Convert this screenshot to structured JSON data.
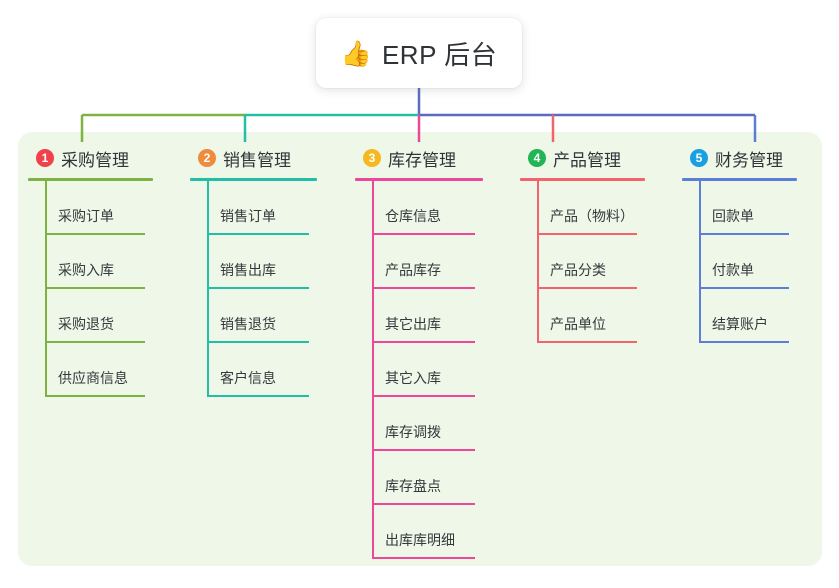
{
  "root": {
    "icon": "thumbs-up-icon",
    "emoji": "👍",
    "title": "ERP 后台"
  },
  "diagram": {
    "type": "mind-map",
    "panel_color": "#eef7e8",
    "stem_color": "#5c6bc0",
    "columns": [
      {
        "number": "1",
        "title": "采购管理",
        "badge_color": "#f0424a",
        "line_color": "#7cb342",
        "items": [
          "采购订单",
          "采购入库",
          "采购退货",
          "供应商信息"
        ]
      },
      {
        "number": "2",
        "title": "销售管理",
        "badge_color": "#f08a3c",
        "line_color": "#23bfa5",
        "items": [
          "销售订单",
          "销售出库",
          "销售退货",
          "客户信息"
        ]
      },
      {
        "number": "3",
        "title": "库存管理",
        "badge_color": "#f5b820",
        "line_color": "#ec4899",
        "items": [
          "仓库信息",
          "产品库存",
          "其它出库",
          "其它入库",
          "库存调拨",
          "库存盘点",
          "出库库明细"
        ]
      },
      {
        "number": "4",
        "title": "产品管理",
        "badge_color": "#22b455",
        "line_color": "#f4636b",
        "items": [
          "产品（物料）",
          "产品分类",
          "产品单位"
        ]
      },
      {
        "number": "5",
        "title": "财务管理",
        "badge_color": "#18a0e0",
        "line_color": "#5b7fd4",
        "items": [
          "回款单",
          "付款单",
          "结算账户"
        ]
      }
    ]
  }
}
